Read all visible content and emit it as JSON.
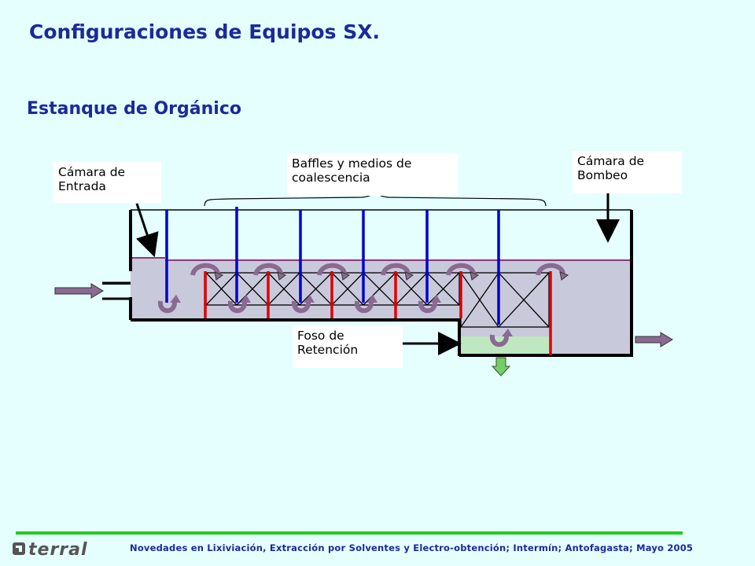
{
  "title": "Configuraciones de Equipos SX.",
  "subtitle": "Estanque de Orgánico",
  "labels": {
    "camara_entrada": "Cámara de\nEntrada",
    "baffles": "Baffles y medios de\ncoalescencia",
    "camara_bombeo": "Cámara de\nBombeo",
    "foso_retencion": "Foso de\nRetención"
  },
  "colors": {
    "background": "#e5ffff",
    "title": "#1a2a9a",
    "tank_outline": "#000000",
    "organic_phase": "#c9c9dc",
    "aqueous_phase": "#bfe8c0",
    "baffle_blue": "#0000cc",
    "baffle_red": "#e00000",
    "flow_arrow": "#8a6a92",
    "drain_arrow": "#77cc66",
    "footer_line": "#22cc22"
  },
  "footer": {
    "logo_text": "terral",
    "text": "Novedades en Lixiviación, Extracción por Solventes y Electro-obtención; Intermín; Antofagasta; Mayo 2005"
  }
}
